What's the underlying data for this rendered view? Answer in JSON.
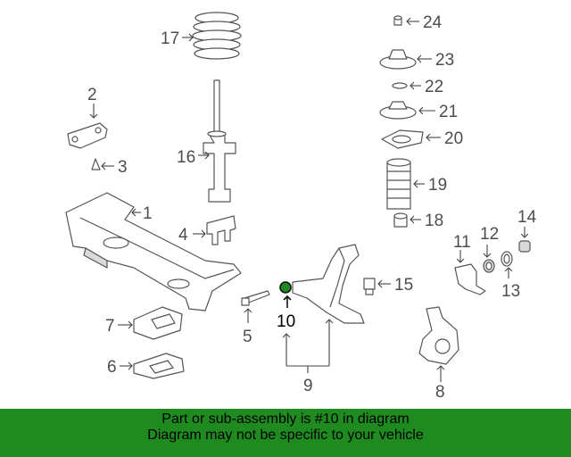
{
  "diagram": {
    "highlight_part": "10",
    "part_numbers": {
      "p1": "1",
      "p2": "2",
      "p3": "3",
      "p4": "4",
      "p5": "5",
      "p6": "6",
      "p7": "7",
      "p8": "8",
      "p9": "9",
      "p10": "10",
      "p11": "11",
      "p12": "12",
      "p13": "13",
      "p14": "14",
      "p15": "15",
      "p16": "16",
      "p17": "17",
      "p18": "18",
      "p19": "19",
      "p20": "20",
      "p21": "21",
      "p22": "22",
      "p23": "23",
      "p24": "24"
    }
  },
  "banner": {
    "line1": "Part or sub-assembly is #10 in diagram",
    "line2": "Diagram may not be specific to your vehicle",
    "color": "#1f8a1f"
  }
}
